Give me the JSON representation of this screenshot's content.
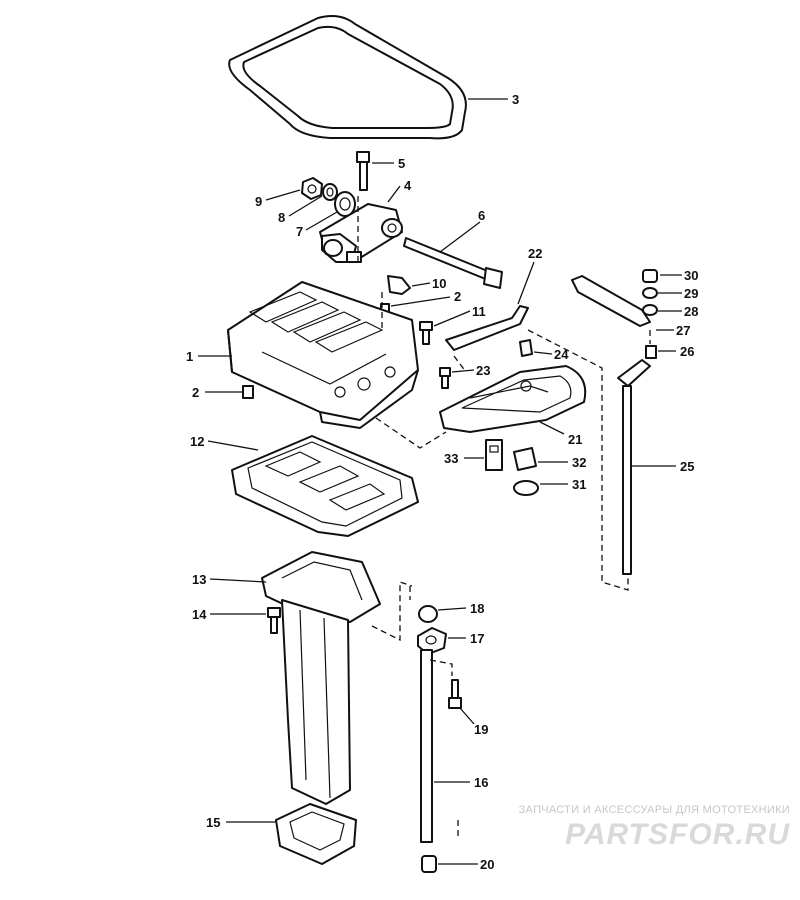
{
  "callouts": [
    "1",
    "2",
    "2",
    "3",
    "4",
    "5",
    "6",
    "7",
    "8",
    "9",
    "10",
    "11",
    "12",
    "13",
    "14",
    "15",
    "16",
    "17",
    "18",
    "19",
    "20",
    "21",
    "22",
    "23",
    "24",
    "25",
    "26",
    "27",
    "28",
    "29",
    "30",
    "31",
    "32",
    "33"
  ],
  "watermark": {
    "tagline": "ЗАПЧАСТИ И АКСЕССУАРЫ ДЛЯ МОТОТЕХНИКИ",
    "logo": "PARTSFOR.RU"
  }
}
